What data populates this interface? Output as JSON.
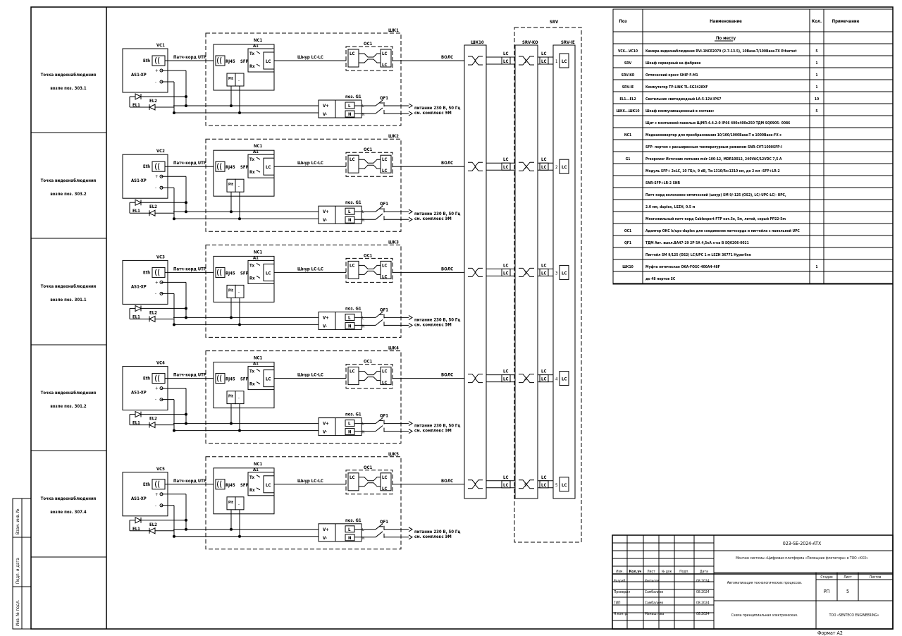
{
  "sheet": {
    "format": "Формат А2"
  },
  "left_strip": [
    "Взам. инв. №",
    "Подп. и дата",
    "Инв. № подл."
  ],
  "points": [
    {
      "line1": "Точка видеонаблюдения",
      "line2": "возле поз. 303.1",
      "cam": "VC1",
      "rack": "ШК1",
      "num": "1"
    },
    {
      "line1": "Точка видеонаблюдения",
      "line2": "возле поз. 303.2",
      "cam": "VC2",
      "rack": "ШК2",
      "num": "2"
    },
    {
      "line1": "Точка видеонаблюдения",
      "line2": "возле поз. 301.1",
      "cam": "VC3",
      "rack": "ШК3",
      "num": "3"
    },
    {
      "line1": "Точка видеонаблюдения",
      "line2": "возле поз. 301.2",
      "cam": "VC4",
      "rack": "ШК4",
      "num": "4"
    },
    {
      "line1": "Точка видеонаблюдения",
      "line2": "возле поз. 307.4",
      "cam": "VC5",
      "rack": "ШК5",
      "num": "5"
    }
  ],
  "block_labels": {
    "eth": "Eth",
    "as1": "AS1-XP",
    "plus": "+",
    "minus": "-",
    "el1": "EL1",
    "el2": "EL2",
    "patch": "Патч-корд UTP",
    "rj45": "RJ45",
    "sfp": "SFP",
    "nc1": "NC1",
    "a1": "A1",
    "tx": "Tx",
    "rx": "Rx",
    "lc": "LC",
    "pit": "Pit",
    "shnur": "Шнур LC-LC",
    "oc1": "OC1",
    "vols": "ВОЛС",
    "g1": "поз. G1",
    "vp": "V+",
    "vm": "V-",
    "l": "L",
    "n": "N",
    "qf1": "QF1",
    "pwr1": "питание 230 В, 50 Гц",
    "pwr2": "см. комплекс ЭМ"
  },
  "server": {
    "srv": "SRV",
    "shk10": "ШК10",
    "srv_ko": "SRV-KO",
    "srv_ie": "SRV-IE",
    "lc": "LC"
  },
  "table": {
    "headers": [
      "Поз",
      "Наименование",
      "Кол.",
      "Примечание"
    ],
    "section": "По месту",
    "rows": [
      {
        "pos": "VC6...VC10",
        "name": "Камера видеонаблюдения RVi-1NCE2079 (2.7-13.5), 10Base-T/100Base-TX Ethernet",
        "qty": "5",
        "note": ""
      },
      {
        "pos": "SRV",
        "name": "Шкаф серверный на фабрике",
        "qty": "1",
        "note": ""
      },
      {
        "pos": "SRV-KO",
        "name": "Оптический кросс SHIP F-M1",
        "qty": "1",
        "note": ""
      },
      {
        "pos": "SRV-IE",
        "name": "Коммутатор TP-LINK TL-SG3428XF",
        "qty": "1",
        "note": ""
      },
      {
        "pos": "EL1...EL2",
        "name": "Светильник светодиодный LA-5-12V-IP67",
        "qty": "10",
        "note": ""
      },
      {
        "pos": "ШК6...ШК10",
        "name": "Шкаф коммуникационный в составе:",
        "qty": "5",
        "note": ""
      },
      {
        "pos": "",
        "name": "Щит с монтажной панелью ЩМП-4.4.2-0 IP66 400х400х250 ТДМ SQ0905- 0086",
        "qty": "",
        "note": ""
      },
      {
        "pos": "NC1",
        "name": "Медиаконвертер для преобразования 10/100/1000Base-T в 1000Base-FX с",
        "qty": "",
        "note": ""
      },
      {
        "pos": "",
        "name": "SFP- портом с расширенным температурным режимом SNR-CVT-1000SFP-I",
        "qty": "",
        "note": ""
      },
      {
        "pos": "G1",
        "name": "Preopower Источник питания mdr-100-12, MDR10012, 240VAC/12VDC 7,5 А",
        "qty": "",
        "note": ""
      },
      {
        "pos": "",
        "name": "Модуль SFP+ 2xLC, 10 ГБ/с, 9 dB, Tx:1310/Rx:1310 нм, до 2 км -SFP+LR-2",
        "qty": "",
        "note": ""
      },
      {
        "pos": "",
        "name": "SNR-SFP+LR-2 SNR",
        "qty": "",
        "note": ""
      },
      {
        "pos": "",
        "name": "Патч-корд волоконно-оптический (шнур) SM 9/-125 (OS2), LC/-UPC-LC/- UPC,",
        "qty": "",
        "note": ""
      },
      {
        "pos": "",
        "name": "2.0 мм, duplex, LSZH, 0.5 м",
        "qty": "",
        "note": ""
      },
      {
        "pos": "",
        "name": "Многожильный патч-корд Cablexpert FTP кат.5е, 5м, литой, серый PP22-5m",
        "qty": "",
        "note": ""
      },
      {
        "pos": "OC1",
        "name": "Адаптер ОКС lc/upc-duplex для соединения патчкорда и пигтейла с панельной UPC",
        "qty": "",
        "note": ""
      },
      {
        "pos": "QF1",
        "name": "ТДМ Авт. выкл.ВА47-29 2Р 5А 4,5кА х-ка В SQ0206-0021",
        "qty": "",
        "note": ""
      },
      {
        "pos": "",
        "name": "Пигтейл SM 9/125 (OS2) LC/UPC 1 м LSZH 36771 Hyperline",
        "qty": "",
        "note": ""
      },
      {
        "pos": "ШК10",
        "name": "Муфта оптическая OKA-FOSC-400A4-48F",
        "qty": "1",
        "note": ""
      },
      {
        "pos": "",
        "name": "до 48 портов SC",
        "qty": "",
        "note": ""
      }
    ]
  },
  "title_block": {
    "code": "023-SE-2024-ATX",
    "project": "Монтаж системы «Цифровая платформа «Помощник флотатора» в ТОО «ХХХ»",
    "section": "Автоматизация технологических процессов.",
    "sheet_title": "Схема принципиальная электрическая.",
    "company": "ТОО «SENTECO ENGINEERING»",
    "col_headers": [
      "Изм.",
      "Кол.уч",
      "Лист",
      "№ док",
      "Подп.",
      "Дата"
    ],
    "stage_headers": [
      "Стадия",
      "Лист",
      "Листов"
    ],
    "stage": "РП",
    "sheet_no": "5",
    "sheets": "",
    "people": [
      {
        "role": "Разраб.",
        "name": "Фитисов",
        "date": "08.2024"
      },
      {
        "role": "Проверил",
        "name": "Самбалиев",
        "date": "08.2024"
      },
      {
        "role": "ГИП",
        "name": "Самбалиев",
        "date": "08.2024"
      },
      {
        "role": "Н.контр.",
        "name": "Манаштова",
        "date": "08.2024"
      }
    ]
  }
}
